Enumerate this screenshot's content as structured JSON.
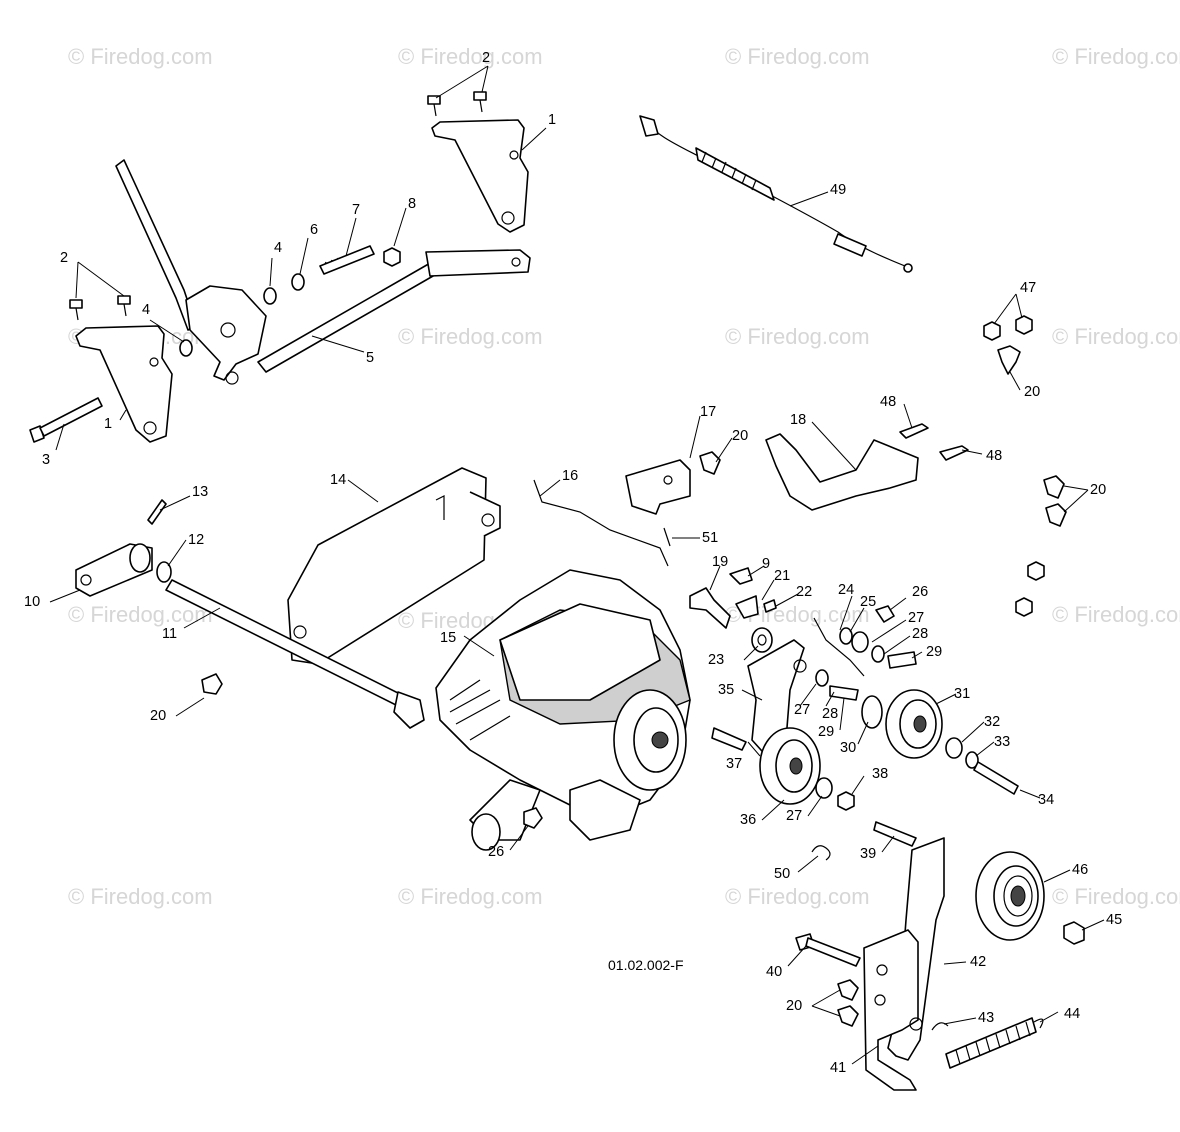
{
  "watermark": "© Firedog.com",
  "diagram_code": "01.02.002-F",
  "callouts": [
    "1",
    "2",
    "3",
    "4",
    "5",
    "6",
    "7",
    "8",
    "9",
    "10",
    "11",
    "12",
    "13",
    "14",
    "15",
    "16",
    "17",
    "18",
    "19",
    "20",
    "21",
    "22",
    "23",
    "24",
    "25",
    "26",
    "27",
    "28",
    "29",
    "30",
    "31",
    "32",
    "33",
    "34",
    "35",
    "36",
    "37",
    "38",
    "39",
    "40",
    "41",
    "42",
    "43",
    "44",
    "45",
    "46",
    "47",
    "48",
    "49",
    "50",
    "51"
  ]
}
